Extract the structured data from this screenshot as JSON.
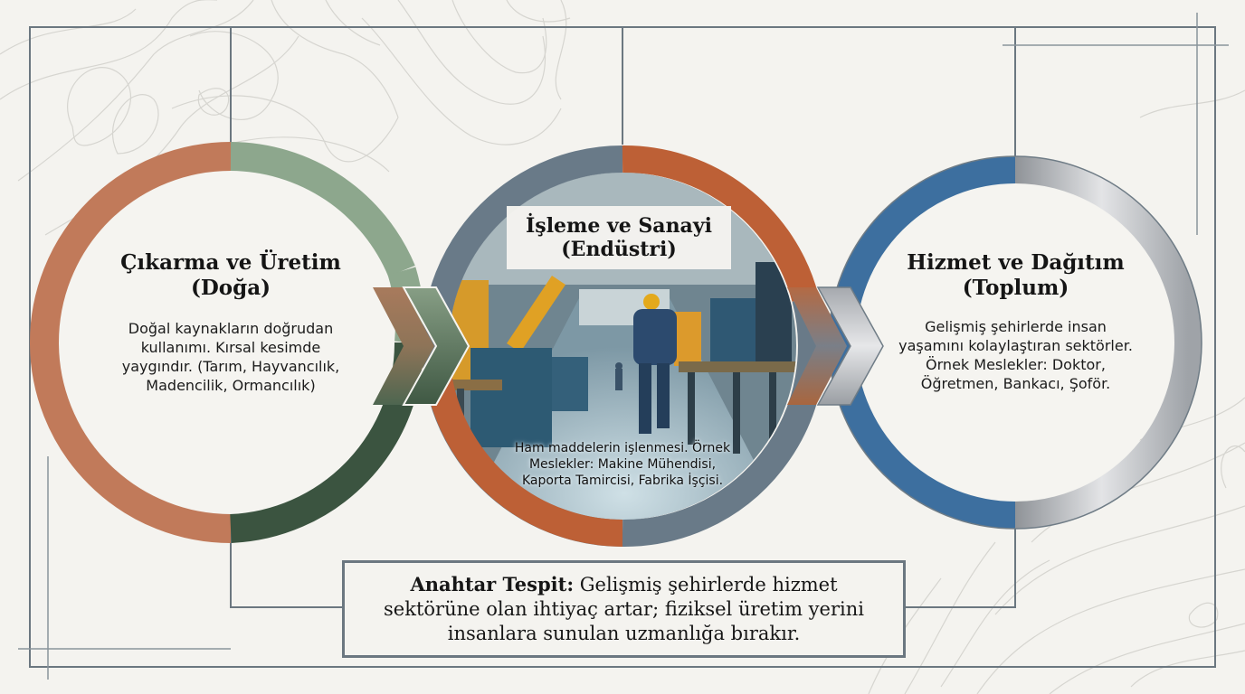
{
  "stages": [
    {
      "title_line1": "Çıkarma ve Üretim",
      "title_line2": "(Doğa)",
      "description": "Doğal kaynakların doğrudan kullanımı. Kırsal kesimde yaygındır. (Tarım, Hayvancılık, Madencilik, Ormancılık)",
      "ring_colors": [
        "#c17a5a",
        "#8da78d",
        "#3b5440"
      ]
    },
    {
      "title_line1": "İşleme ve Sanayi",
      "title_line2": "(Endüstri)",
      "description": "Ham maddelerin işlenmesi. Örnek Meslekler: Makine Mühendisi, Kaporta Tamircisi, Fabrika İşçisi.",
      "image": "factory-worker-photo",
      "ring_colors": [
        "#697a88",
        "#bd6036"
      ]
    },
    {
      "title_line1": "Hizmet ve Dağıtım",
      "title_line2": "(Toplum)",
      "description": "Gelişmiş şehirlerde insan yaşamını kolaylaştıran sektörler. Örnek Meslekler: Doktor, Öğretmen, Bankacı, Şoför.",
      "ring_colors": [
        "#3d6f9f",
        "#a9adb1"
      ]
    }
  ],
  "arrows": [
    "chevron-right-icon",
    "chevron-right-icon"
  ],
  "callout": {
    "label": "Anahtar Tespit:",
    "text": " Gelişmiş şehirlerde hizmet sektörüne olan ihtiyaç artar; fiziksel üretim yerini insanlara sunulan uzmanlığa bırakır."
  },
  "colors": {
    "background": "#f4f3ef",
    "frame_line": "#6b7780",
    "contour_line": "#d6d5d0"
  }
}
